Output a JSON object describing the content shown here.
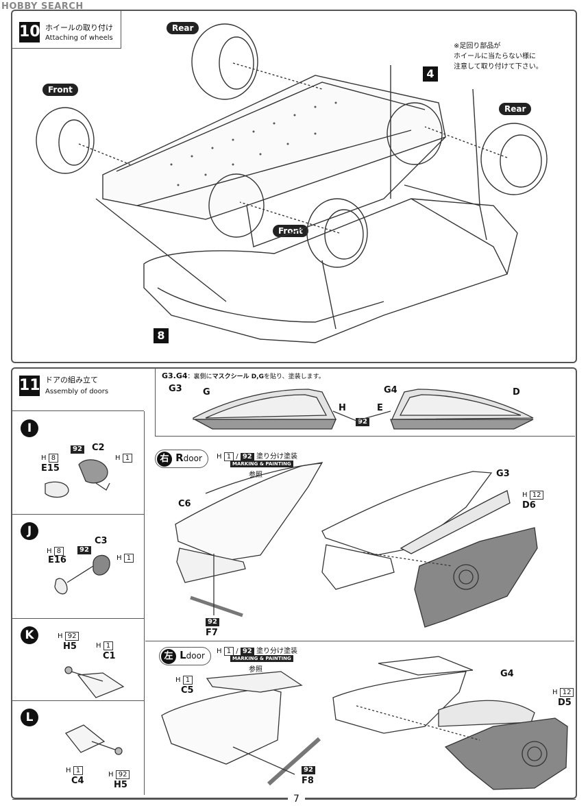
{
  "logo": "HOBBY SEARCH",
  "step10": {
    "number": "10",
    "title_jp": "ホイールの取り付け",
    "title_en": "Attaching of wheels",
    "rear_label": "Rear",
    "front_label": "Front",
    "note": [
      "※足回り部品が",
      "ホイールに当たらない様に",
      "注意して取り付けて下さい。"
    ],
    "ref4": "4",
    "ref8": "8"
  },
  "step11": {
    "number": "11",
    "title_jp": "ドアの組み立て",
    "title_en": "Assembly of doors",
    "g_note_bold": "G3.G4",
    "g_note_text": "：裏側に",
    "g_note_bold2": "マスクシール D,G",
    "g_note_text2": "を貼り、塗装します。",
    "g3": "G3",
    "g": "G",
    "h": "H",
    "g4": "G4",
    "e": "E",
    "d": "D",
    "paint92": "92",
    "sub": {
      "I": {
        "letter": "I",
        "h8": "H",
        "v8": "8",
        "e15": "E15",
        "b92": "92",
        "c2": "C2",
        "h1": "H",
        "v1": "1"
      },
      "J": {
        "letter": "J",
        "h8": "H",
        "v8": "8",
        "e16": "E16",
        "b92": "92",
        "c3": "C3",
        "h1": "H",
        "v1": "1"
      },
      "K": {
        "letter": "K",
        "h92": "H",
        "v92": "92",
        "h5": "H5",
        "h1": "H",
        "v1": "1",
        "c1": "C1"
      },
      "L": {
        "letter": "L",
        "h1": "H",
        "v1": "1",
        "c4": "C4",
        "h92": "H",
        "v92": "92",
        "h5": "H5"
      }
    },
    "rdoor": {
      "kanji": "右",
      "letter": "R",
      "word": "door",
      "h": "H",
      "v1": "1",
      "slash": "/",
      "v92": "92",
      "paint_jp": "塗り分け塗装",
      "marking": "MARKING & PAINTING",
      "ref": "参照",
      "c6": "C6",
      "b92": "92",
      "f7": "F7",
      "g3": "G3",
      "h12": "H",
      "v12": "12",
      "d6": "D6"
    },
    "ldoor": {
      "kanji": "左",
      "letter": "L",
      "word": "door",
      "h": "H",
      "v1": "1",
      "slash": "/",
      "v92": "92",
      "paint_jp": "塗り分け塗装",
      "marking": "MARKING & PAINTING",
      "ref": "参照",
      "h1": "H",
      "c5": "C5",
      "b92": "92",
      "f8": "F8",
      "g4": "G4",
      "h12": "H",
      "v12": "12",
      "d5": "D5"
    }
  },
  "page_number": "7"
}
